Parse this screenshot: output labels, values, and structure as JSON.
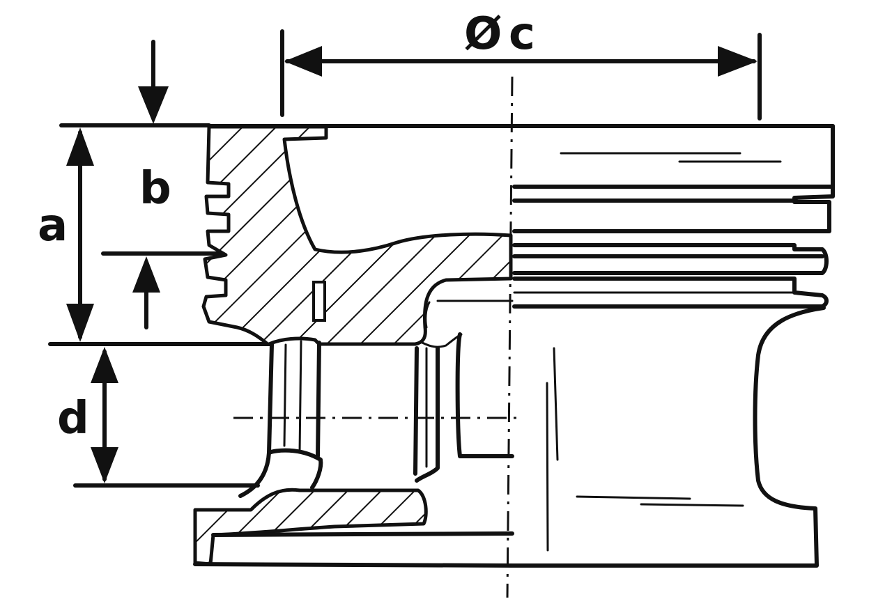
{
  "labels": {
    "diameter_symbol": "Ø",
    "diameter": "c",
    "dim_a": "a",
    "dim_b": "b",
    "dim_d": "d"
  },
  "colors": {
    "ink": "#111111",
    "paper": "#ffffff"
  }
}
